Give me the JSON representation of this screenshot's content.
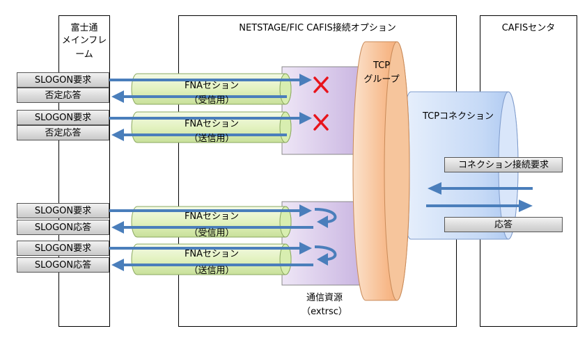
{
  "columns": {
    "fujitsu": {
      "title_line1": "富士通",
      "title_line2": "メインフレーム"
    },
    "netstage": {
      "title": "NETSTAGE/FIC CAFIS接続オプション"
    },
    "cafis": {
      "title": "CAFISセンタ"
    }
  },
  "mainframe_boxes": [
    {
      "label": "SLOGON要求"
    },
    {
      "label": "否定応答"
    },
    {
      "label": "SLOGON要求"
    },
    {
      "label": "否定応答"
    },
    {
      "label": "SLOGON要求"
    },
    {
      "label": "SLOGON応答"
    },
    {
      "label": "SLOGON要求"
    },
    {
      "label": "SLOGON応答"
    }
  ],
  "sessions": [
    {
      "name": "FNAセション",
      "kind": "（受信用）"
    },
    {
      "name": "FNAセション",
      "kind": "（送信用）"
    },
    {
      "name": "FNAセション",
      "kind": "（受信用）"
    },
    {
      "name": "FNAセション",
      "kind": "（送信用）"
    }
  ],
  "tcp_group": {
    "line1": "TCP",
    "line2": "グループ"
  },
  "tcp_connection": {
    "label": "TCPコネクション"
  },
  "cafis_boxes": {
    "request": "コネクション接続要求",
    "response": "応答"
  },
  "resource": {
    "line1": "通信資源",
    "line2": "（extrsc）"
  },
  "colors": {
    "arrow": "#4a7ebb",
    "reject": "#e8141c",
    "session_fill": "#e5f3c4",
    "resource_fill": "#d6c5e8",
    "tcp_group_fill": "#f8c8a0",
    "tcp_conn_fill": "#cfe0f8"
  }
}
